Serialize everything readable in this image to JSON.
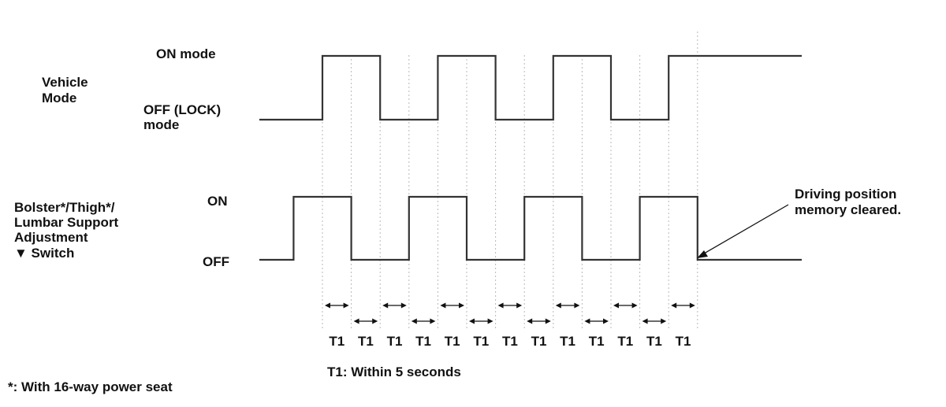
{
  "vehicle_mode": {
    "title_lines": [
      "Vehicle",
      "Mode"
    ],
    "high_label": "ON mode",
    "low_label_lines": [
      "OFF (LOCK)",
      "mode"
    ]
  },
  "switch_signal": {
    "title_lines": [
      "Bolster*/Thigh*/",
      "Lumbar Support",
      "Adjustment",
      "▼ Switch"
    ],
    "high_label": "ON",
    "low_label": "OFF"
  },
  "interval_label": "T1",
  "interval_count": 13,
  "legend_text": "T1: Within 5 seconds",
  "footnote": "*: With 16-way power seat",
  "callout_lines": [
    "Driving position",
    "memory cleared."
  ]
}
